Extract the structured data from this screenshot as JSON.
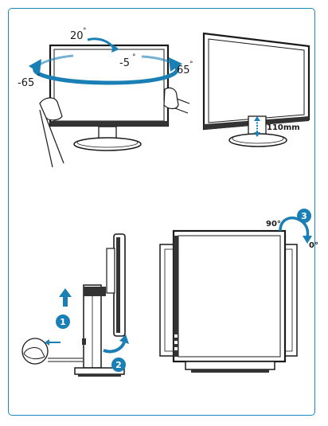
{
  "colors": {
    "frame": "#1a8ab8",
    "arrow": "#1a7fb5",
    "badge": "#1a7fb5",
    "line": "#1a1a1a",
    "screen": "#ffffff"
  },
  "swivel_tilt": {
    "tilt_up": "20",
    "tilt_down": "-5",
    "swivel_left": "-65",
    "swivel_right": "65",
    "degree_sign": "°"
  },
  "height_adjust": {
    "label": "110mm"
  },
  "pivot": {
    "step1": "1",
    "step2": "2",
    "step3": "3",
    "angle_start": "90°",
    "angle_end": "0°"
  },
  "icons": [
    "tilt-arrow",
    "swivel-arrow",
    "height-arrow",
    "up-arrow",
    "pivot-arrow",
    "lock-button"
  ]
}
